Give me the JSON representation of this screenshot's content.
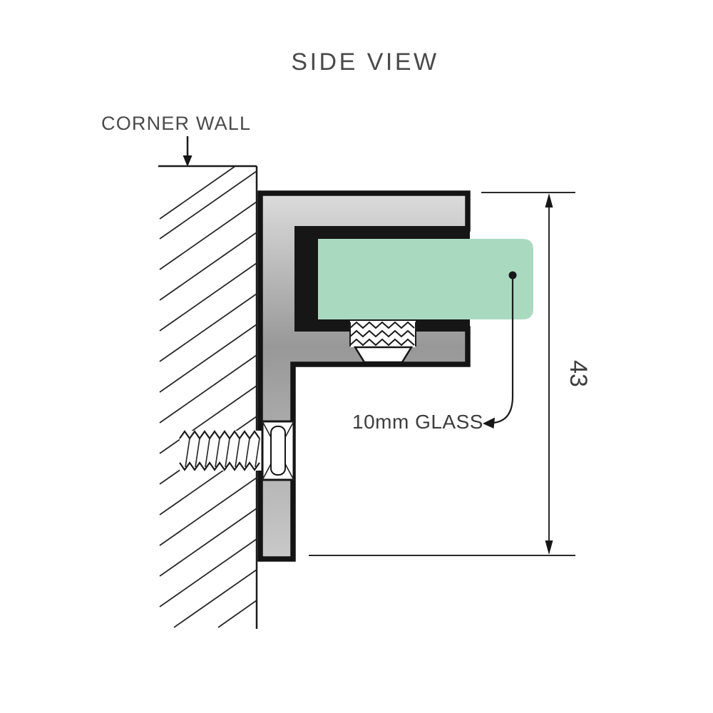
{
  "title": "SIDE VIEW",
  "wall": {
    "label": "CORNER WALL"
  },
  "glass": {
    "label": "10mm GLASS",
    "fill": "#a9dac0"
  },
  "dimension": {
    "value": "43"
  },
  "colors": {
    "line": "#1b1b1b",
    "text": "#4a4a4a",
    "metal_light": "#dcdcdc",
    "metal_mid": "#989898",
    "metal_bottom": "#c9c9c9",
    "gasket": "#161616",
    "background": "#ffffff"
  }
}
